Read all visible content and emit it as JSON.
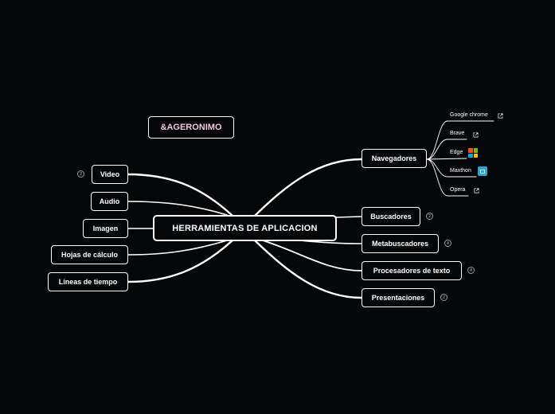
{
  "central_topic": "HERRAMIENTAS DE APLICACION",
  "floating_topic": "&AGERONIMO",
  "left_topics": [
    {
      "label": "Video",
      "badge": "2"
    },
    {
      "label": "Audio"
    },
    {
      "label": "Imagen"
    },
    {
      "label": "Hojas de cálculo"
    },
    {
      "label": "Líneas de tiempo"
    }
  ],
  "right_topics": [
    {
      "label": "Navegadores"
    },
    {
      "label": "Buscadores",
      "badge": "2"
    },
    {
      "label": "Metabuscadores",
      "badge": "4"
    },
    {
      "label": "Procesadores de texto",
      "badge": "4"
    },
    {
      "label": "Presentaciones",
      "badge": "2"
    }
  ],
  "navegadores_subtopics": [
    {
      "label": "Google chrome",
      "icon": "external-link-icon"
    },
    {
      "label": "Brave",
      "icon": "external-link-icon"
    },
    {
      "label": "Edge",
      "icon": "microsoft-logo-icon"
    },
    {
      "label": "Maxthon",
      "icon": "maxthon-logo-icon"
    },
    {
      "label": "Opera",
      "icon": "external-link-icon"
    }
  ],
  "colors": {
    "background": "#050608",
    "line": "#ffffff",
    "floating_text": "#f5c6e6",
    "ms_red": "#f25022",
    "ms_green": "#7fba00",
    "ms_blue": "#00a4ef",
    "ms_yellow": "#ffb900",
    "maxthon": "#2aa5d8"
  }
}
